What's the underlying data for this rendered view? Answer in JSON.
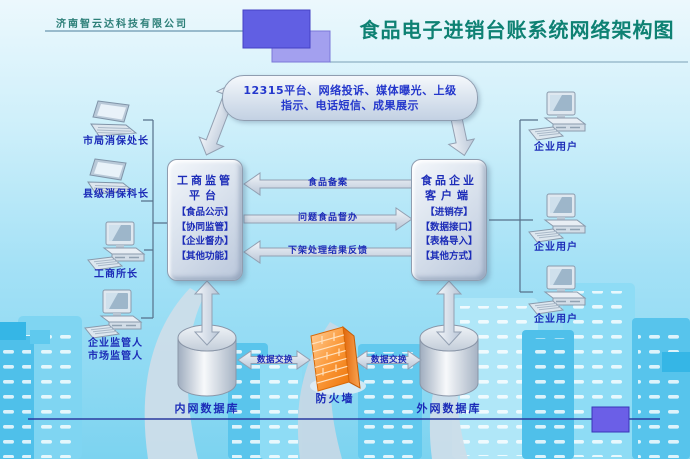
{
  "header": {
    "company": "济南智云达科技有限公司",
    "title": "食品电子进销台账系统网络架构图"
  },
  "callout": {
    "line1": "12315平台、网络投诉、媒体曝光、上级",
    "line2": "指示、电话短信、成果展示"
  },
  "supervision_platform": {
    "title_line1": "工商监管",
    "title_line2": "平台",
    "items": [
      "【食品公示】",
      "【协同监管】",
      "【企业督办】",
      "【其他功能】"
    ]
  },
  "enterprise_client": {
    "title_line1": "食品企业",
    "title_line2": "客户端",
    "items": [
      "【进销存】",
      "【数据接口】",
      "【表格导入】",
      "【其他方式】"
    ]
  },
  "flows": {
    "food_record": "食品备案",
    "problem_food": "问题食品督办",
    "feedback": "下架处理结果反馈",
    "exchange_left": "数据交换",
    "exchange_right": "数据交换"
  },
  "left_clients": [
    {
      "label": "市局消保处长"
    },
    {
      "label": "县级消保科长"
    },
    {
      "label": "工商所长"
    },
    {
      "label": "企业监管人",
      "label2": "市场监管人"
    }
  ],
  "right_clients": [
    {
      "label": "企业用户"
    },
    {
      "label": "企业用户"
    },
    {
      "label": "企业用户"
    }
  ],
  "storage": {
    "intranet_db": "内网数据库",
    "firewall": "防火墙",
    "extranet_db": "外网数据库"
  },
  "colors": {
    "title_text": "#0e8173",
    "label_text": "#1c2cb8",
    "callout_text": "#2437cc",
    "firewall_orange": "#f07c15",
    "accent_rect_blue": "#615fe3",
    "background_top": "#ecf8fd",
    "background_bottom": "#7cd3f0"
  }
}
